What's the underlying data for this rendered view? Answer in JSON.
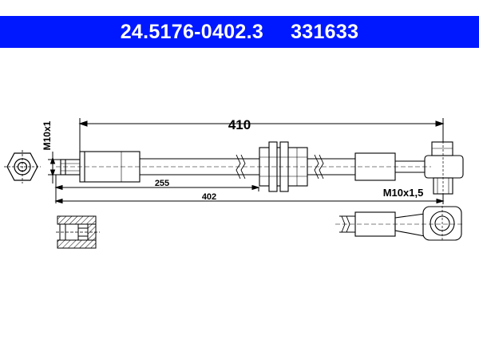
{
  "header": {
    "part_number": "24.5176-0402.3",
    "ref_number": "331633",
    "background_color": "#0018ff",
    "text_color": "#ffffff"
  },
  "dimensions": {
    "total_length": "410",
    "partial_length_1": "255",
    "partial_length_2": "402",
    "left_thread": "M10x1",
    "right_thread": "M10x1,5"
  }
}
